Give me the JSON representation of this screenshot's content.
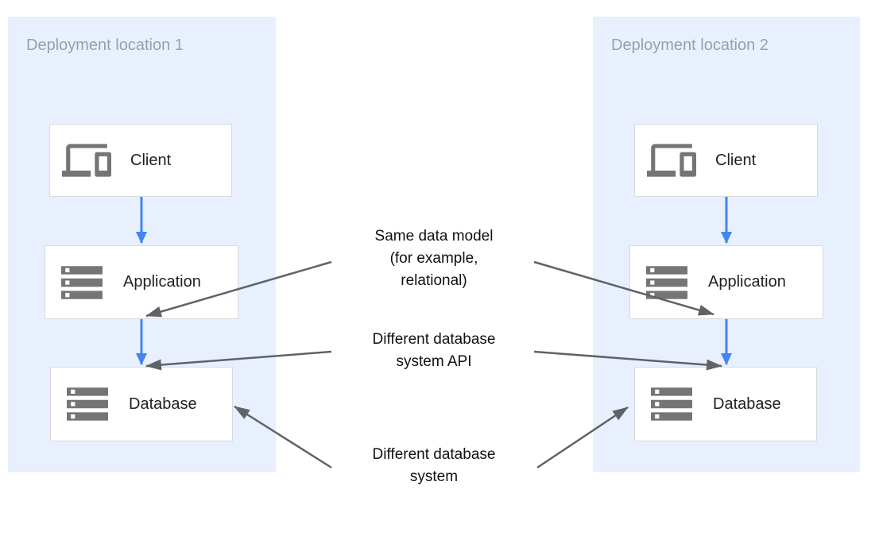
{
  "diagram": {
    "panels": [
      {
        "title": "Deployment location 1",
        "nodes": [
          {
            "label": "Client",
            "icon": "devices-icon"
          },
          {
            "label": "Application",
            "icon": "storage-icon"
          },
          {
            "label": "Database",
            "icon": "storage-icon"
          }
        ]
      },
      {
        "title": "Deployment location 2",
        "nodes": [
          {
            "label": "Client",
            "icon": "devices-icon"
          },
          {
            "label": "Application",
            "icon": "storage-icon"
          },
          {
            "label": "Database",
            "icon": "storage-icon"
          }
        ]
      }
    ],
    "annotations": [
      {
        "lines": [
          "Same data model",
          "(for example,",
          "relational)"
        ]
      },
      {
        "lines": [
          "Different database",
          "system API"
        ]
      },
      {
        "lines": [
          "Different database",
          "system"
        ]
      }
    ],
    "colors": {
      "panel_bg": "#E8F0FE",
      "panel_title": "#9AA0A6",
      "box_bg": "#FFFFFF",
      "box_border": "#D9DADB",
      "label_text": "#212121",
      "icon_gray": "#757575",
      "accent_blue": "#4284F4",
      "arrow_gray": "#5F6368",
      "annotation_text": "#111111"
    }
  }
}
